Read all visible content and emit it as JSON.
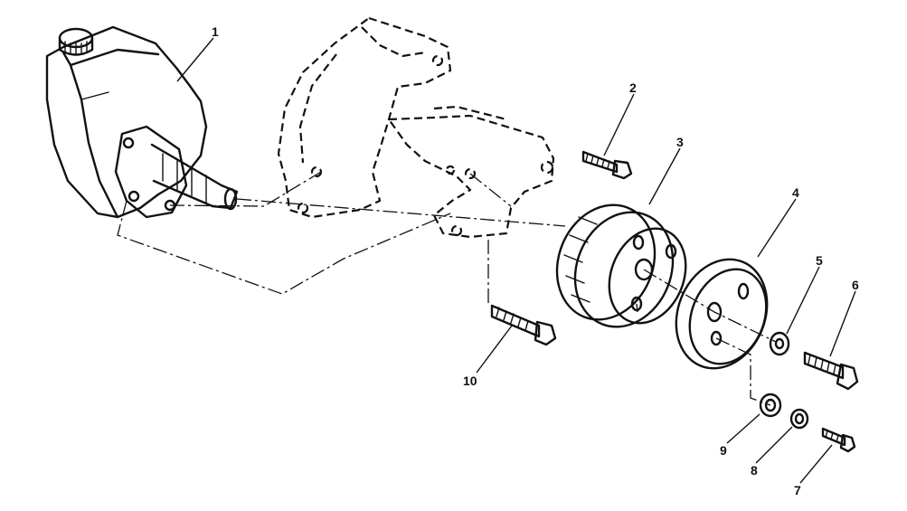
{
  "callouts": [
    {
      "id": "1",
      "part": "reservoir-pump"
    },
    {
      "id": "2",
      "part": "bolt"
    },
    {
      "id": "3",
      "part": "pulley"
    },
    {
      "id": "4",
      "part": "pulley"
    },
    {
      "id": "5",
      "part": "washer"
    },
    {
      "id": "6",
      "part": "bolt"
    },
    {
      "id": "7",
      "part": "bolt"
    },
    {
      "id": "8",
      "part": "lockwasher"
    },
    {
      "id": "9",
      "part": "washer"
    },
    {
      "id": "10",
      "part": "bolt"
    }
  ]
}
